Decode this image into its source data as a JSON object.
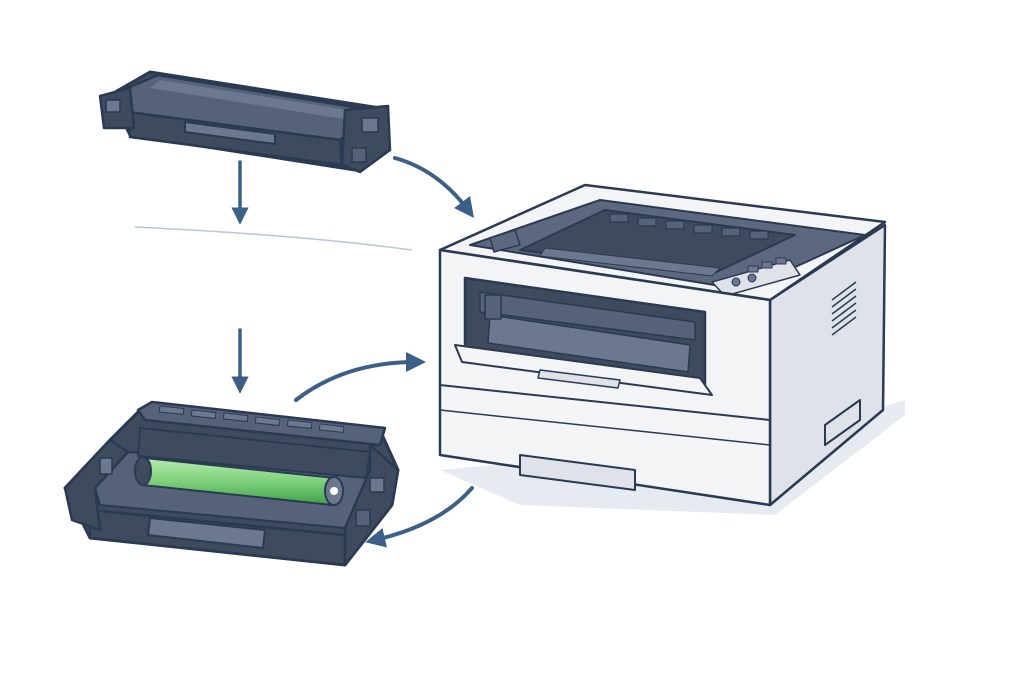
{
  "diagram": {
    "subject": "printer-toner-and-drum-installation",
    "colors": {
      "outline": "#2a3a52",
      "cartridge_dark": "#3e4a5e",
      "cartridge_mid": "#55627a",
      "cartridge_light": "#6b7890",
      "printer_body": "#f3f4f6",
      "printer_shade": "#dfe3e9",
      "printer_top": "#5c6880",
      "arrow": "#3b5f86",
      "drum_roller": "#7fd07a",
      "drum_roller_dark": "#3fa146",
      "shadow": "#e6eaf1",
      "divider": "#b8c6d6"
    },
    "components": [
      {
        "id": "toner-cartridge",
        "icon": "toner-cartridge-icon"
      },
      {
        "id": "drum-unit",
        "icon": "drum-unit-icon"
      },
      {
        "id": "laser-printer",
        "icon": "laser-printer-icon"
      }
    ],
    "arrows": [
      {
        "id": "toner-down",
        "direction": "down"
      },
      {
        "id": "drum-down",
        "direction": "down"
      },
      {
        "id": "toner-to-printer",
        "direction": "curved-right"
      },
      {
        "id": "drum-to-printer",
        "direction": "curved-right"
      },
      {
        "id": "printer-to-drum",
        "direction": "curved-left"
      }
    ]
  }
}
